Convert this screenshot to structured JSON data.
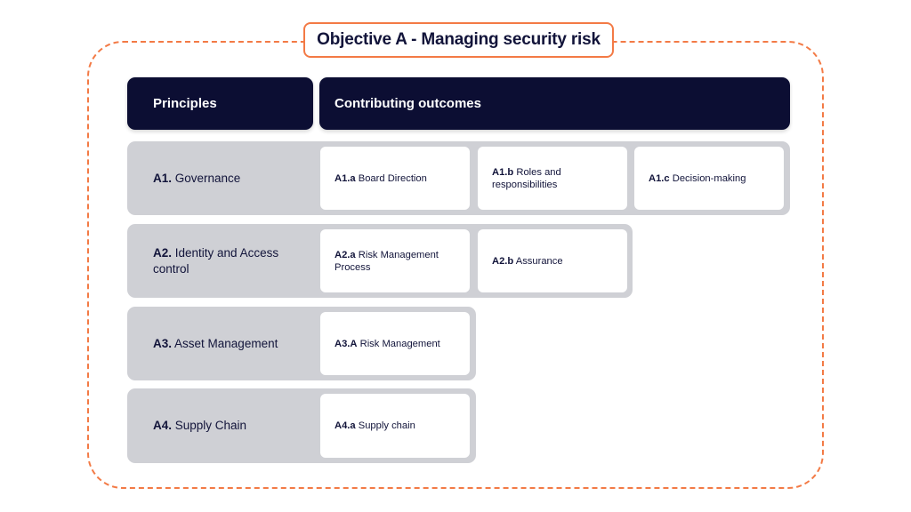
{
  "objective": {
    "title": "Objective A - Managing security risk",
    "frame_color": "#f37a45"
  },
  "headers": {
    "principles": "Principles",
    "outcomes": "Contributing outcomes",
    "color": "#0c0e33"
  },
  "rows": [
    {
      "principle": {
        "code": "A1.",
        "name": " Governance"
      },
      "outcomes": [
        {
          "code": "A1.a",
          "name": " Board Direction"
        },
        {
          "code": "A1.b",
          "name": " Roles and responsibilities"
        },
        {
          "code": "A1.c",
          "name": " Decision-making"
        }
      ]
    },
    {
      "principle": {
        "code": "A2.",
        "name": " Identity and Access control"
      },
      "outcomes": [
        {
          "code": "A2.a",
          "name": " Risk Management Process"
        },
        {
          "code": "A2.b",
          "name": " Assurance"
        }
      ]
    },
    {
      "principle": {
        "code": "A3.",
        "name": " Asset Management"
      },
      "outcomes": [
        {
          "code": "A3.A",
          "name": " Risk Management"
        }
      ]
    },
    {
      "principle": {
        "code": "A4.",
        "name": " Supply Chain"
      },
      "outcomes": [
        {
          "code": "A4.a",
          "name": " Supply chain"
        }
      ]
    }
  ],
  "colors": {
    "row_background": "#cfd0d5",
    "card_background": "#ffffff",
    "text": "#12143a"
  }
}
